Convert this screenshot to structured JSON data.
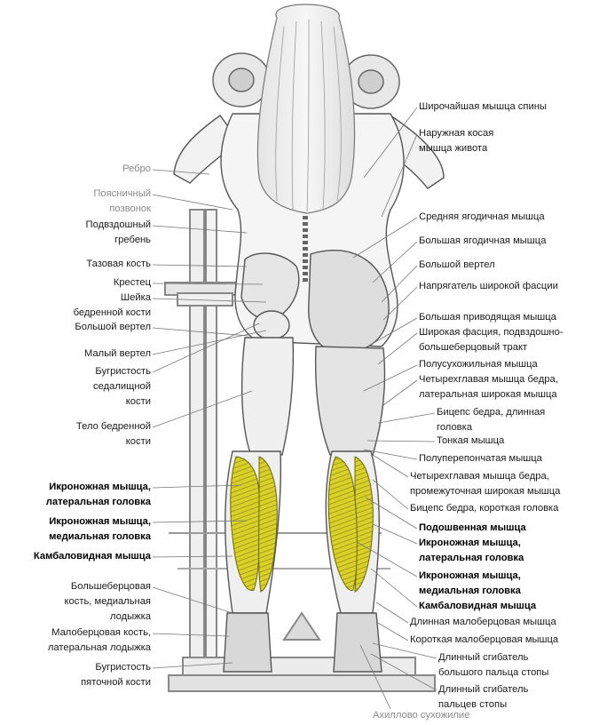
{
  "left_labels": [
    {
      "lines": [
        "Ребро"
      ],
      "tone": "grey"
    },
    {
      "lines": [
        "Поясничный",
        "позвонок"
      ],
      "tone": "grey"
    },
    {
      "lines": [
        "Подвздошный",
        "гребень"
      ]
    },
    {
      "lines": [
        "Тазовая кость"
      ]
    },
    {
      "lines": [
        "Крестец"
      ]
    },
    {
      "lines": [
        "Шейка",
        "бедренной кости"
      ]
    },
    {
      "lines": [
        "Большой вертел"
      ]
    },
    {
      "lines": [
        "Малый вертел"
      ]
    },
    {
      "lines": [
        "Бугристость",
        "седалищной",
        "кости"
      ]
    },
    {
      "lines": [
        "Тело бедренной",
        "кости"
      ]
    },
    {
      "lines": [
        "Икроножная мышца,",
        "латеральная головка"
      ],
      "tone": "bold"
    },
    {
      "lines": [
        "Икроножная мышца,",
        "медиальная головка"
      ],
      "tone": "bold"
    },
    {
      "lines": [
        "Камбаловидная мышца"
      ],
      "tone": "bold"
    },
    {
      "lines": [
        "Большеберцовая",
        "кость, медиальная",
        "лодыжка"
      ]
    },
    {
      "lines": [
        "Малоберцовая кость,",
        "латеральная лодыжка"
      ]
    },
    {
      "lines": [
        "Бугристость",
        "пяточной кости"
      ]
    }
  ],
  "right_labels": [
    {
      "lines": [
        "Широчайшая мышца спины"
      ]
    },
    {
      "lines": [
        "Наружная косая",
        "мышца живота"
      ]
    },
    {
      "lines": [
        "Средняя ягодичная мышца"
      ]
    },
    {
      "lines": [
        "Большая ягодичная мышца"
      ]
    },
    {
      "lines": [
        "Большой вертел"
      ]
    },
    {
      "lines": [
        "Напрягатель широкой фасции"
      ]
    },
    {
      "lines": [
        "Большая приводящая мышца"
      ]
    },
    {
      "lines": [
        "Широкая фасция, подвздошно-",
        "большеберцовый тракт"
      ]
    },
    {
      "lines": [
        "Полусухожильная мышца"
      ]
    },
    {
      "lines": [
        "Четырехглавая мышца бедра,",
        "латеральная широкая мышца"
      ]
    },
    {
      "lines": [
        "Бицепс бедра, длинная",
        "головка"
      ]
    },
    {
      "lines": [
        "Тонкая мышца"
      ]
    },
    {
      "lines": [
        "Полуперепончатая мышца"
      ]
    },
    {
      "lines": [
        "Четырехглавая мышца бедра,",
        "промежуточная широкая мышца"
      ]
    },
    {
      "lines": [
        "Бицепс бедра, короткая головка"
      ]
    },
    {
      "lines": [
        "Подошвенная мышца"
      ],
      "tone": "bold"
    },
    {
      "lines": [
        "Икроножная мышца,",
        "латеральная головка"
      ],
      "tone": "bold"
    },
    {
      "lines": [
        "Икроножная мышца,",
        "медиальная головка"
      ],
      "tone": "bold"
    },
    {
      "lines": [
        "Камбаловидная мышца"
      ],
      "tone": "bold"
    },
    {
      "lines": [
        "Длинная малоберцовая мышца"
      ]
    },
    {
      "lines": [
        "Короткая малоберцовая мышца"
      ]
    },
    {
      "lines": [
        "Длинный сгибатель",
        "большого пальца стопы"
      ]
    },
    {
      "lines": [
        "Длинный сгибатель",
        "пальцев стопы"
      ]
    }
  ],
  "bottom_label": {
    "lines": [
      "Ахиллово сухожилие"
    ],
    "tone": "grey"
  },
  "colors": {
    "highlight_muscle": "#d9d02a",
    "highlight_stripe": "#8f8a10",
    "line_art": "#555555",
    "shade": "#d6d6d6",
    "leader": "#777777"
  }
}
